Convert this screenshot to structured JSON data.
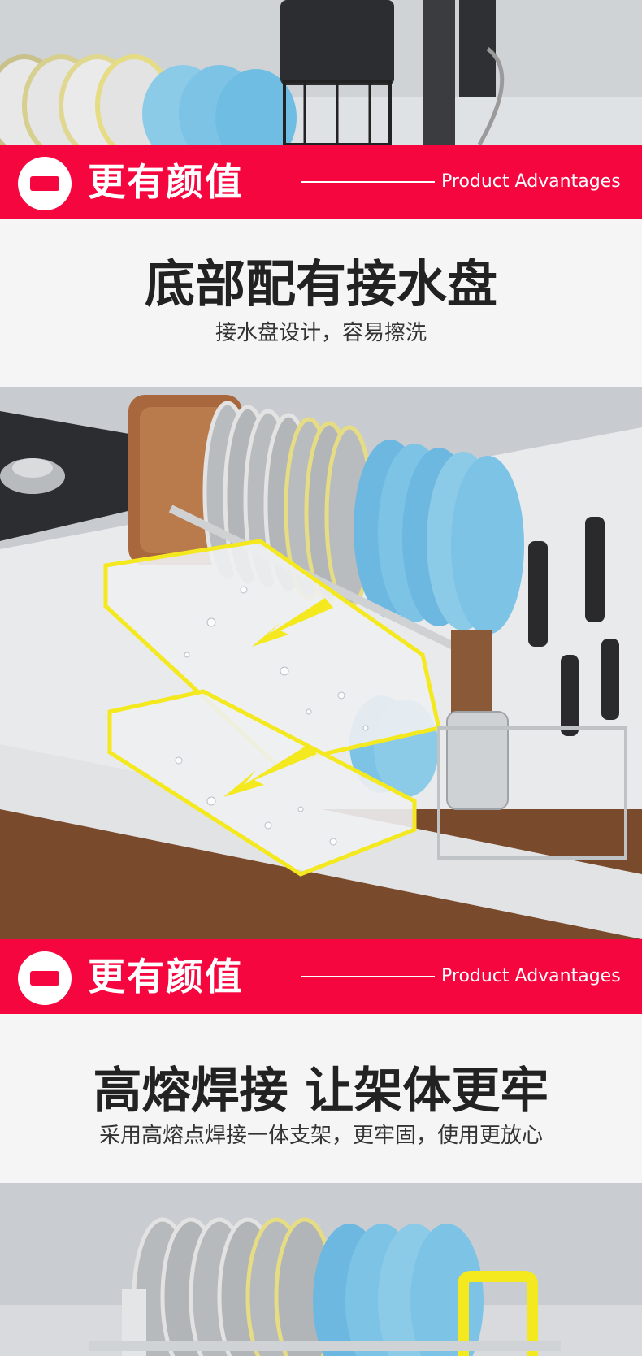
{
  "sections": [
    {
      "banner_title": "更有颜值",
      "banner_subtitle": "Product Advantages",
      "headline": "底部配有接水盘",
      "sub": "接水盘设计，容易擦洗"
    },
    {
      "banner_title": "更有颜值",
      "banner_subtitle": "Product Advantages",
      "headline": "高熔焊接 让架体更牢",
      "sub": "采用高熔点焊接一体支架，更牢固，使用更放心"
    }
  ],
  "icons": [
    "minus-circle-icon",
    "arrow-icon"
  ],
  "colors": {
    "accent": "#f5063f",
    "highlight": "#f4e81e",
    "plate_blue": "#7cc3e6"
  }
}
